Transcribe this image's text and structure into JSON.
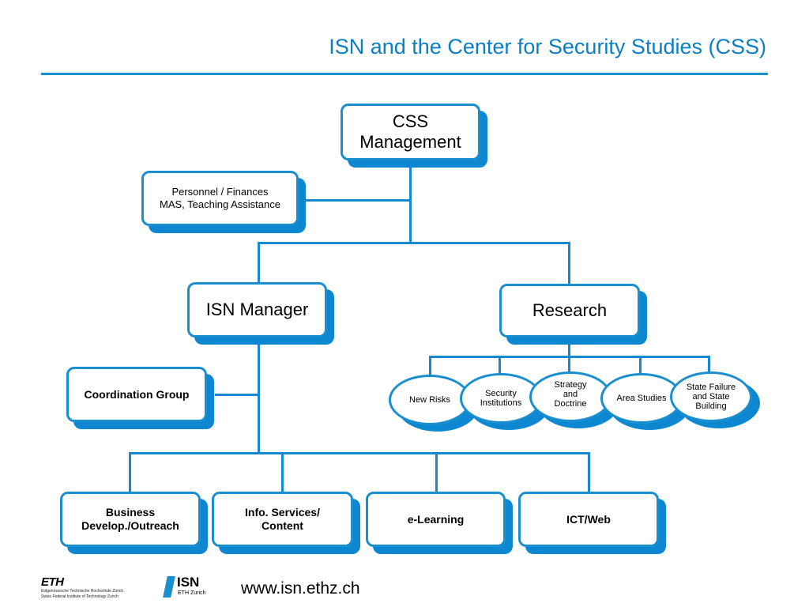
{
  "header": {
    "title": "ISN and the Center for Security Studies (CSS)"
  },
  "org_chart": {
    "root": {
      "label_line1": "CSS",
      "label_line2": "Management"
    },
    "staff": {
      "label_line1": "Personnel / Finances",
      "label_line2": "MAS, Teaching Assistance"
    },
    "isn_manager": {
      "label": "ISN Manager"
    },
    "research": {
      "label": "Research"
    },
    "coordination": {
      "label": "Coordination Group"
    },
    "research_units": [
      {
        "label": "New Risks"
      },
      {
        "label": "Security Institutions"
      },
      {
        "label": "Strategy and Doctrine"
      },
      {
        "label": "Area Studies"
      },
      {
        "label": "State Failure and State Building"
      }
    ],
    "isn_units": [
      {
        "label_line1": "Business",
        "label_line2": "Develop./Outreach"
      },
      {
        "label_line1": "Info. Services/",
        "label_line2": "Content"
      },
      {
        "label_line1": "e-Learning",
        "label_line2": ""
      },
      {
        "label_line1": "ICT/Web",
        "label_line2": ""
      }
    ]
  },
  "footer": {
    "eth_logo": {
      "mark": "ETH",
      "line1": "Eidgenössische Technische Hochschule Zürich",
      "line2": "Swiss Federal Institute of Technology Zurich"
    },
    "isn_logo": {
      "mark": "ISN",
      "sub": "ETH Zurich"
    },
    "url": "www.isn.ethz.ch"
  },
  "colors": {
    "accent": "#1a8fd0",
    "shadow": "#0d88d0",
    "title": "#0a7fc4"
  }
}
